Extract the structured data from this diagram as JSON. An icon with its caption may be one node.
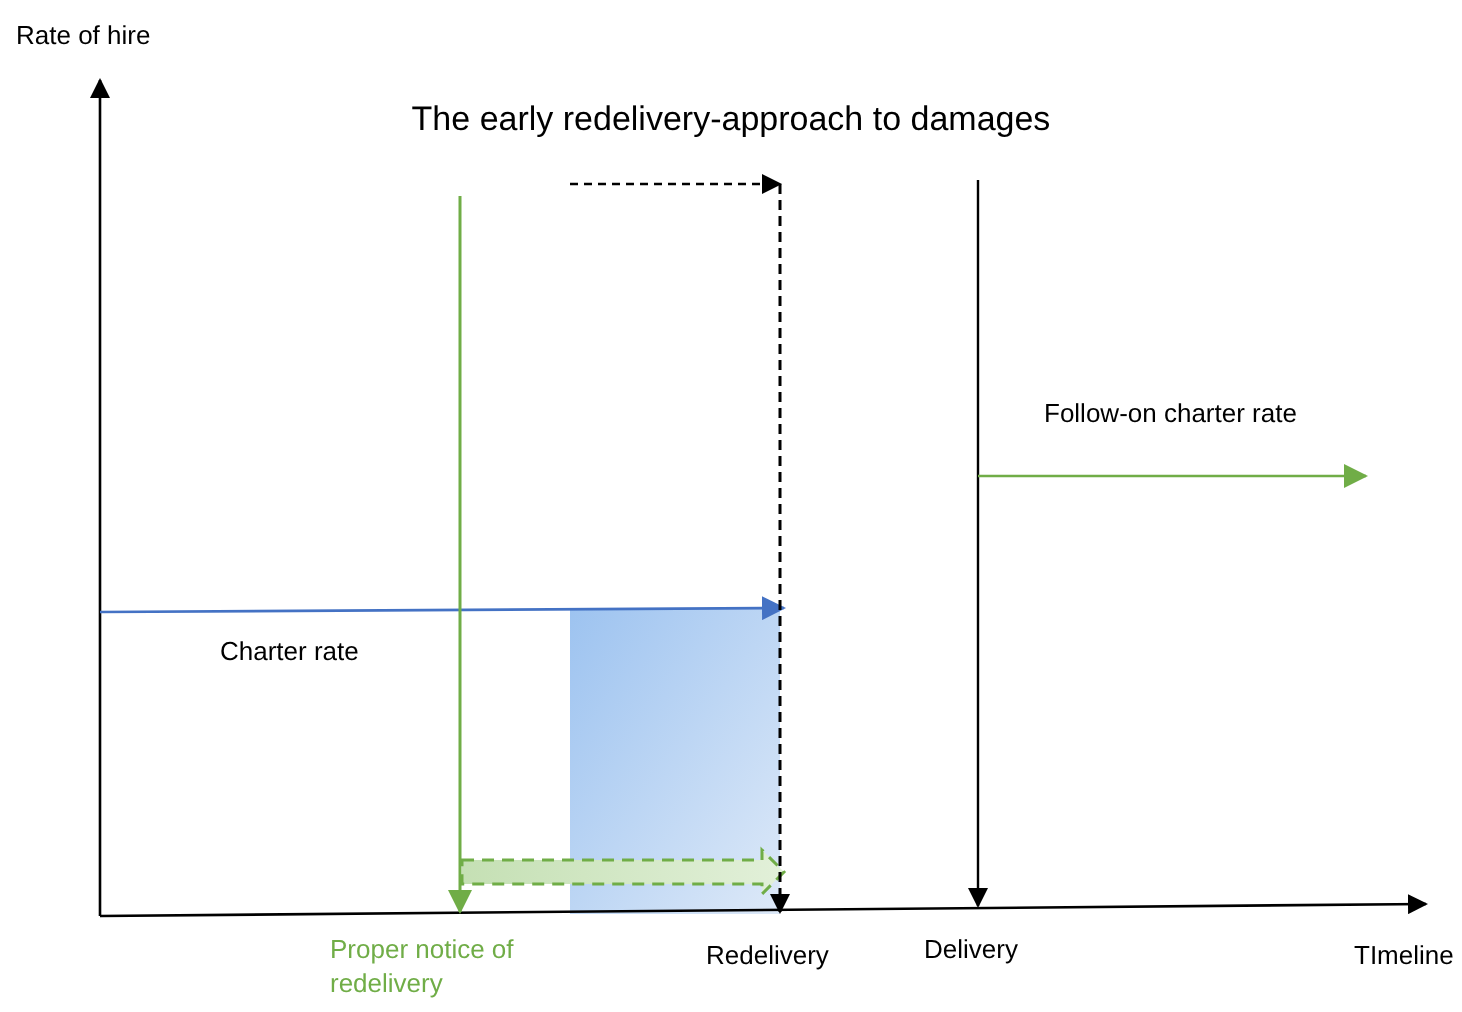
{
  "diagram": {
    "title": "The early redelivery-approach to damages",
    "nodes": [
      {
        "text": [],
        "shape": "box"
      }
    ],
    "labels": [
      "Rate of hire",
      "Follow-on charter rate",
      "Charter rate",
      "Proper notice of redelivery",
      "Redelivery",
      "Delivery",
      "TImeline"
    ]
  }
}
